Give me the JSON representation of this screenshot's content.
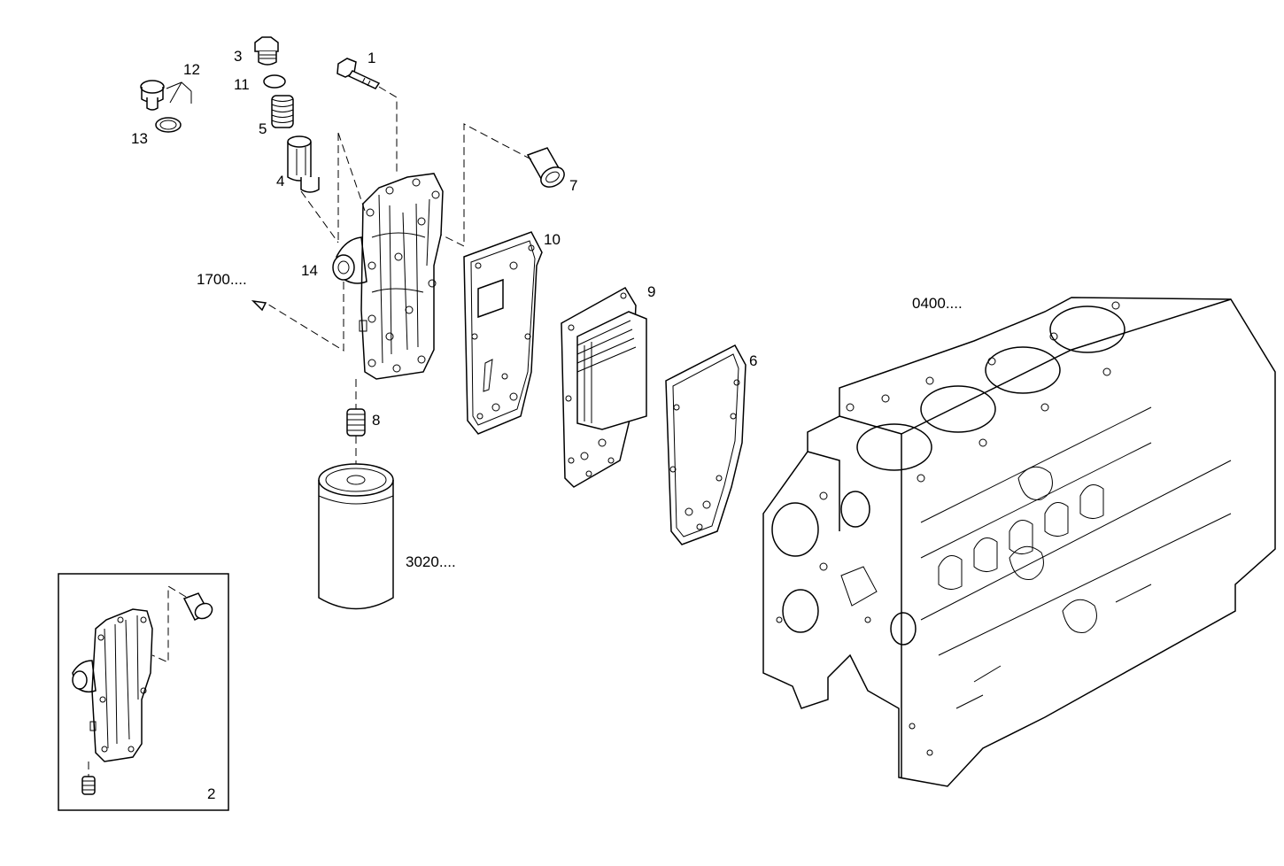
{
  "callouts": {
    "c1": "1",
    "c2": "2",
    "c3": "3",
    "c4": "4",
    "c5": "5",
    "c6": "6",
    "c7": "7",
    "c8": "8",
    "c9": "9",
    "c10": "10",
    "c11": "11",
    "c12": "12",
    "c13": "13",
    "c14": "14"
  },
  "references": {
    "r1700": "1700....",
    "r0400": "0400....",
    "r3020": "3020...."
  }
}
